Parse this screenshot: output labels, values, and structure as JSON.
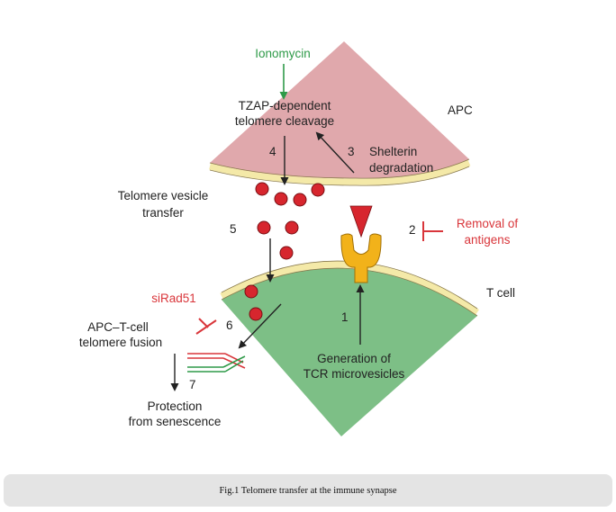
{
  "colors": {
    "apc_fill": "#e0a8ac",
    "tcell_fill": "#7dbf86",
    "membrane": "#f4e9a8",
    "vesicle": "#d7262e",
    "receptor": "#f2b21a",
    "antigen": "#d7262e",
    "red_label": "#d9363b",
    "green_label": "#2e9a48",
    "arrow": "#222222"
  },
  "labels": {
    "ionomycin": "Ionomycin",
    "tzap_line1": "TZAP-dependent",
    "tzap_line2": "telomere cleavage",
    "apc": "APC",
    "shelterin_line1": "Shelterin",
    "shelterin_line2": "degradation",
    "vesicle_transfer_line1": "Telomere vesicle",
    "vesicle_transfer_line2": "transfer",
    "removal_line1": "Removal of",
    "removal_line2": "antigens",
    "tcell": "T cell",
    "sirad51": "siRad51",
    "fusion_line1": "APC–T-cell",
    "fusion_line2": "telomere fusion",
    "generation_line1": "Generation of",
    "generation_line2": "TCR microvesicles",
    "protection_line1": "Protection",
    "protection_line2": "from senescence"
  },
  "steps": {
    "s1": "1",
    "s2": "2",
    "s3": "3",
    "s4": "4",
    "s5": "5",
    "s6": "6",
    "s7": "7"
  },
  "caption": "Fig.1 Telomere transfer at the immune synapse"
}
